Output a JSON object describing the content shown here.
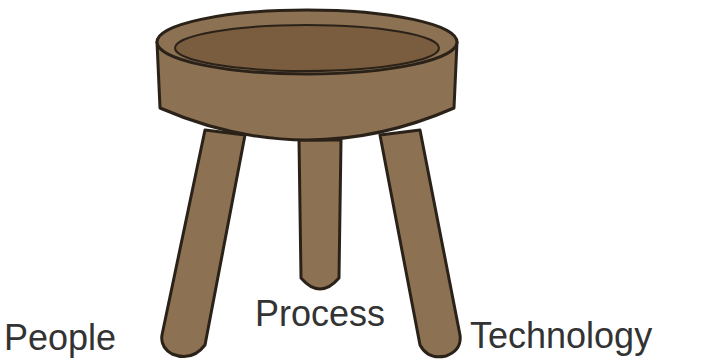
{
  "diagram": {
    "labels": [
      "People",
      "Process",
      "Technology"
    ]
  }
}
